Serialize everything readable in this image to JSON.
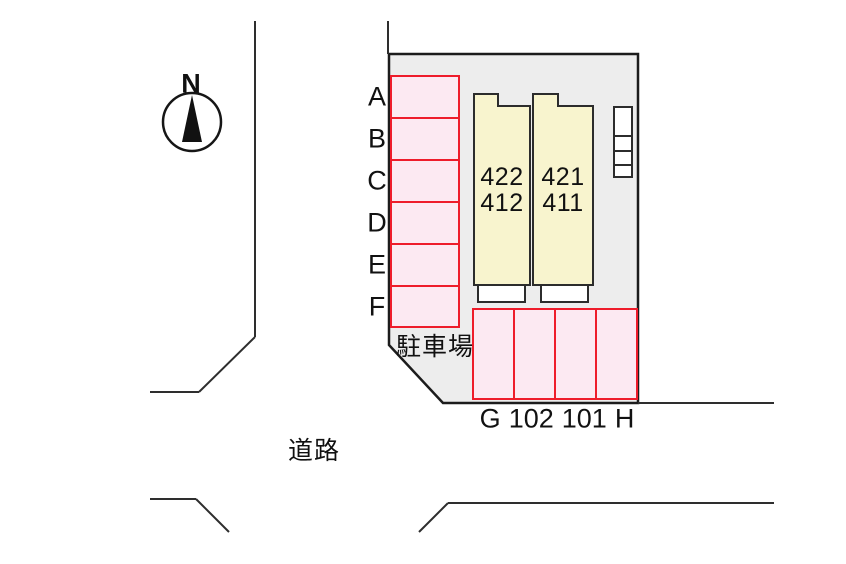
{
  "plan": {
    "compass": {
      "label": "N"
    },
    "labels": {
      "road": "道路",
      "parking_area": "駐車場"
    },
    "left_parking": {
      "spaces": [
        {
          "label": "A"
        },
        {
          "label": "B"
        },
        {
          "label": "C"
        },
        {
          "label": "D"
        },
        {
          "label": "E"
        },
        {
          "label": "F"
        }
      ]
    },
    "bottom_parking": {
      "spaces": [
        {
          "label": "G"
        },
        {
          "label": "102"
        },
        {
          "label": "101"
        },
        {
          "label": "H"
        }
      ]
    },
    "buildings": [
      {
        "units": [
          "422",
          "412"
        ]
      },
      {
        "units": [
          "421",
          "411"
        ]
      }
    ],
    "colors": {
      "site_fill": "#ededed",
      "site_stroke": "#1c1c1c",
      "parking_fill": "#fce9f2",
      "parking_stroke": "#ee1c2b",
      "building_fill": "#f8f4ce",
      "building_stroke": "#2c2c2c",
      "line": "#2e2e2e",
      "text": "#111111"
    }
  }
}
